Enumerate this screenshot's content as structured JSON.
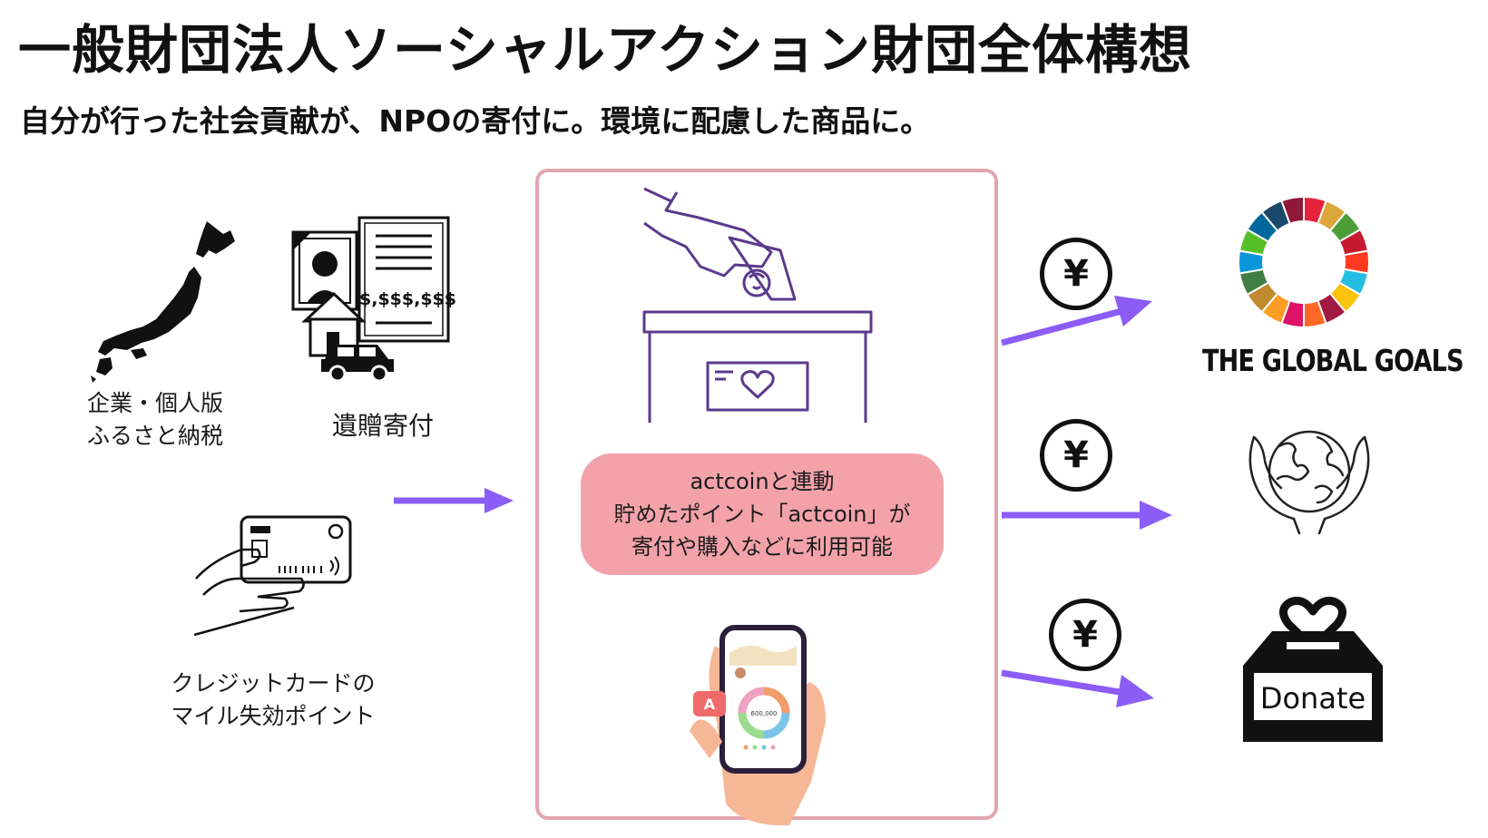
{
  "header": {
    "title": "一般財団法人ソーシャルアクション財団全体構想",
    "subtitle": "自分が行った社会貢献が、NPOの寄付に。環境に配慮した商品に。"
  },
  "sources": [
    {
      "id": "furusato",
      "icon": "japan-map-icon",
      "lines": [
        "企業・個人版",
        "ふるさと納税"
      ]
    },
    {
      "id": "bequest",
      "icon": "bequest-documents-icon",
      "lines": [
        "遺贈寄付"
      ],
      "document_text": "$,$$$,$$$"
    },
    {
      "id": "card",
      "icon": "credit-card-hand-icon",
      "lines": [
        "クレジットカードの",
        "マイル失効ポイント"
      ]
    }
  ],
  "center": {
    "pill_lines": [
      "actcoinと連動",
      "貯めたポイント「actcoin」が",
      "寄付や購入などに利用可能"
    ],
    "phone_amount": "600,000",
    "phone_badge": "A",
    "colors": {
      "border": "#e1a6b0",
      "pill": "#f3a2aa",
      "donation_box": "#5b3a8c"
    }
  },
  "arrows": {
    "color": "#8b5cf6",
    "currency_symbol": "¥"
  },
  "destinations": [
    {
      "id": "sdgs",
      "icon": "sdg-wheel-icon",
      "label": "THE GLOBAL GOALS"
    },
    {
      "id": "earth",
      "icon": "hands-holding-earth-icon"
    },
    {
      "id": "donate",
      "icon": "donation-box-icon",
      "label": "Donate"
    }
  ]
}
